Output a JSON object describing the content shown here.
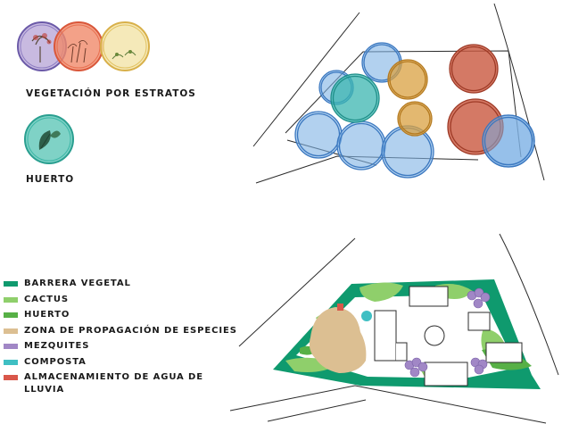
{
  "top_legend": {
    "strata_caption": "VEGETACIÓN POR ESTRATOS",
    "orchard_caption": "HUERTO"
  },
  "bottom_legend": {
    "items": [
      {
        "label": "BARRERA VEGETAL",
        "color": "#0f9a6e"
      },
      {
        "label": "CACTUS",
        "color": "#8fcf6b"
      },
      {
        "label": "HUERTO",
        "color": "#57b046"
      },
      {
        "label": "ZONA DE PROPAGACIÓN DE ESPECIES",
        "color": "#dcbf92"
      },
      {
        "label": "MEZQUITES",
        "color": "#a187c6"
      },
      {
        "label": "COMPOSTA",
        "color": "#3fbfc3"
      },
      {
        "label": "ALMACENAMIENTO DE AGUA DE LLUVIA",
        "color": "#d9574a"
      }
    ]
  },
  "palette": {
    "blue": "#7fb2e5",
    "orange": "#d9a040",
    "red": "#c9573f",
    "teal": "#3bb6b0",
    "barrier": "#0f9a6e",
    "cactus": "#8fcf6b",
    "orchard": "#57b046",
    "propagation": "#dcbf92",
    "mesquite": "#a187c6",
    "compost": "#3fbfc3",
    "rain": "#d9574a"
  }
}
